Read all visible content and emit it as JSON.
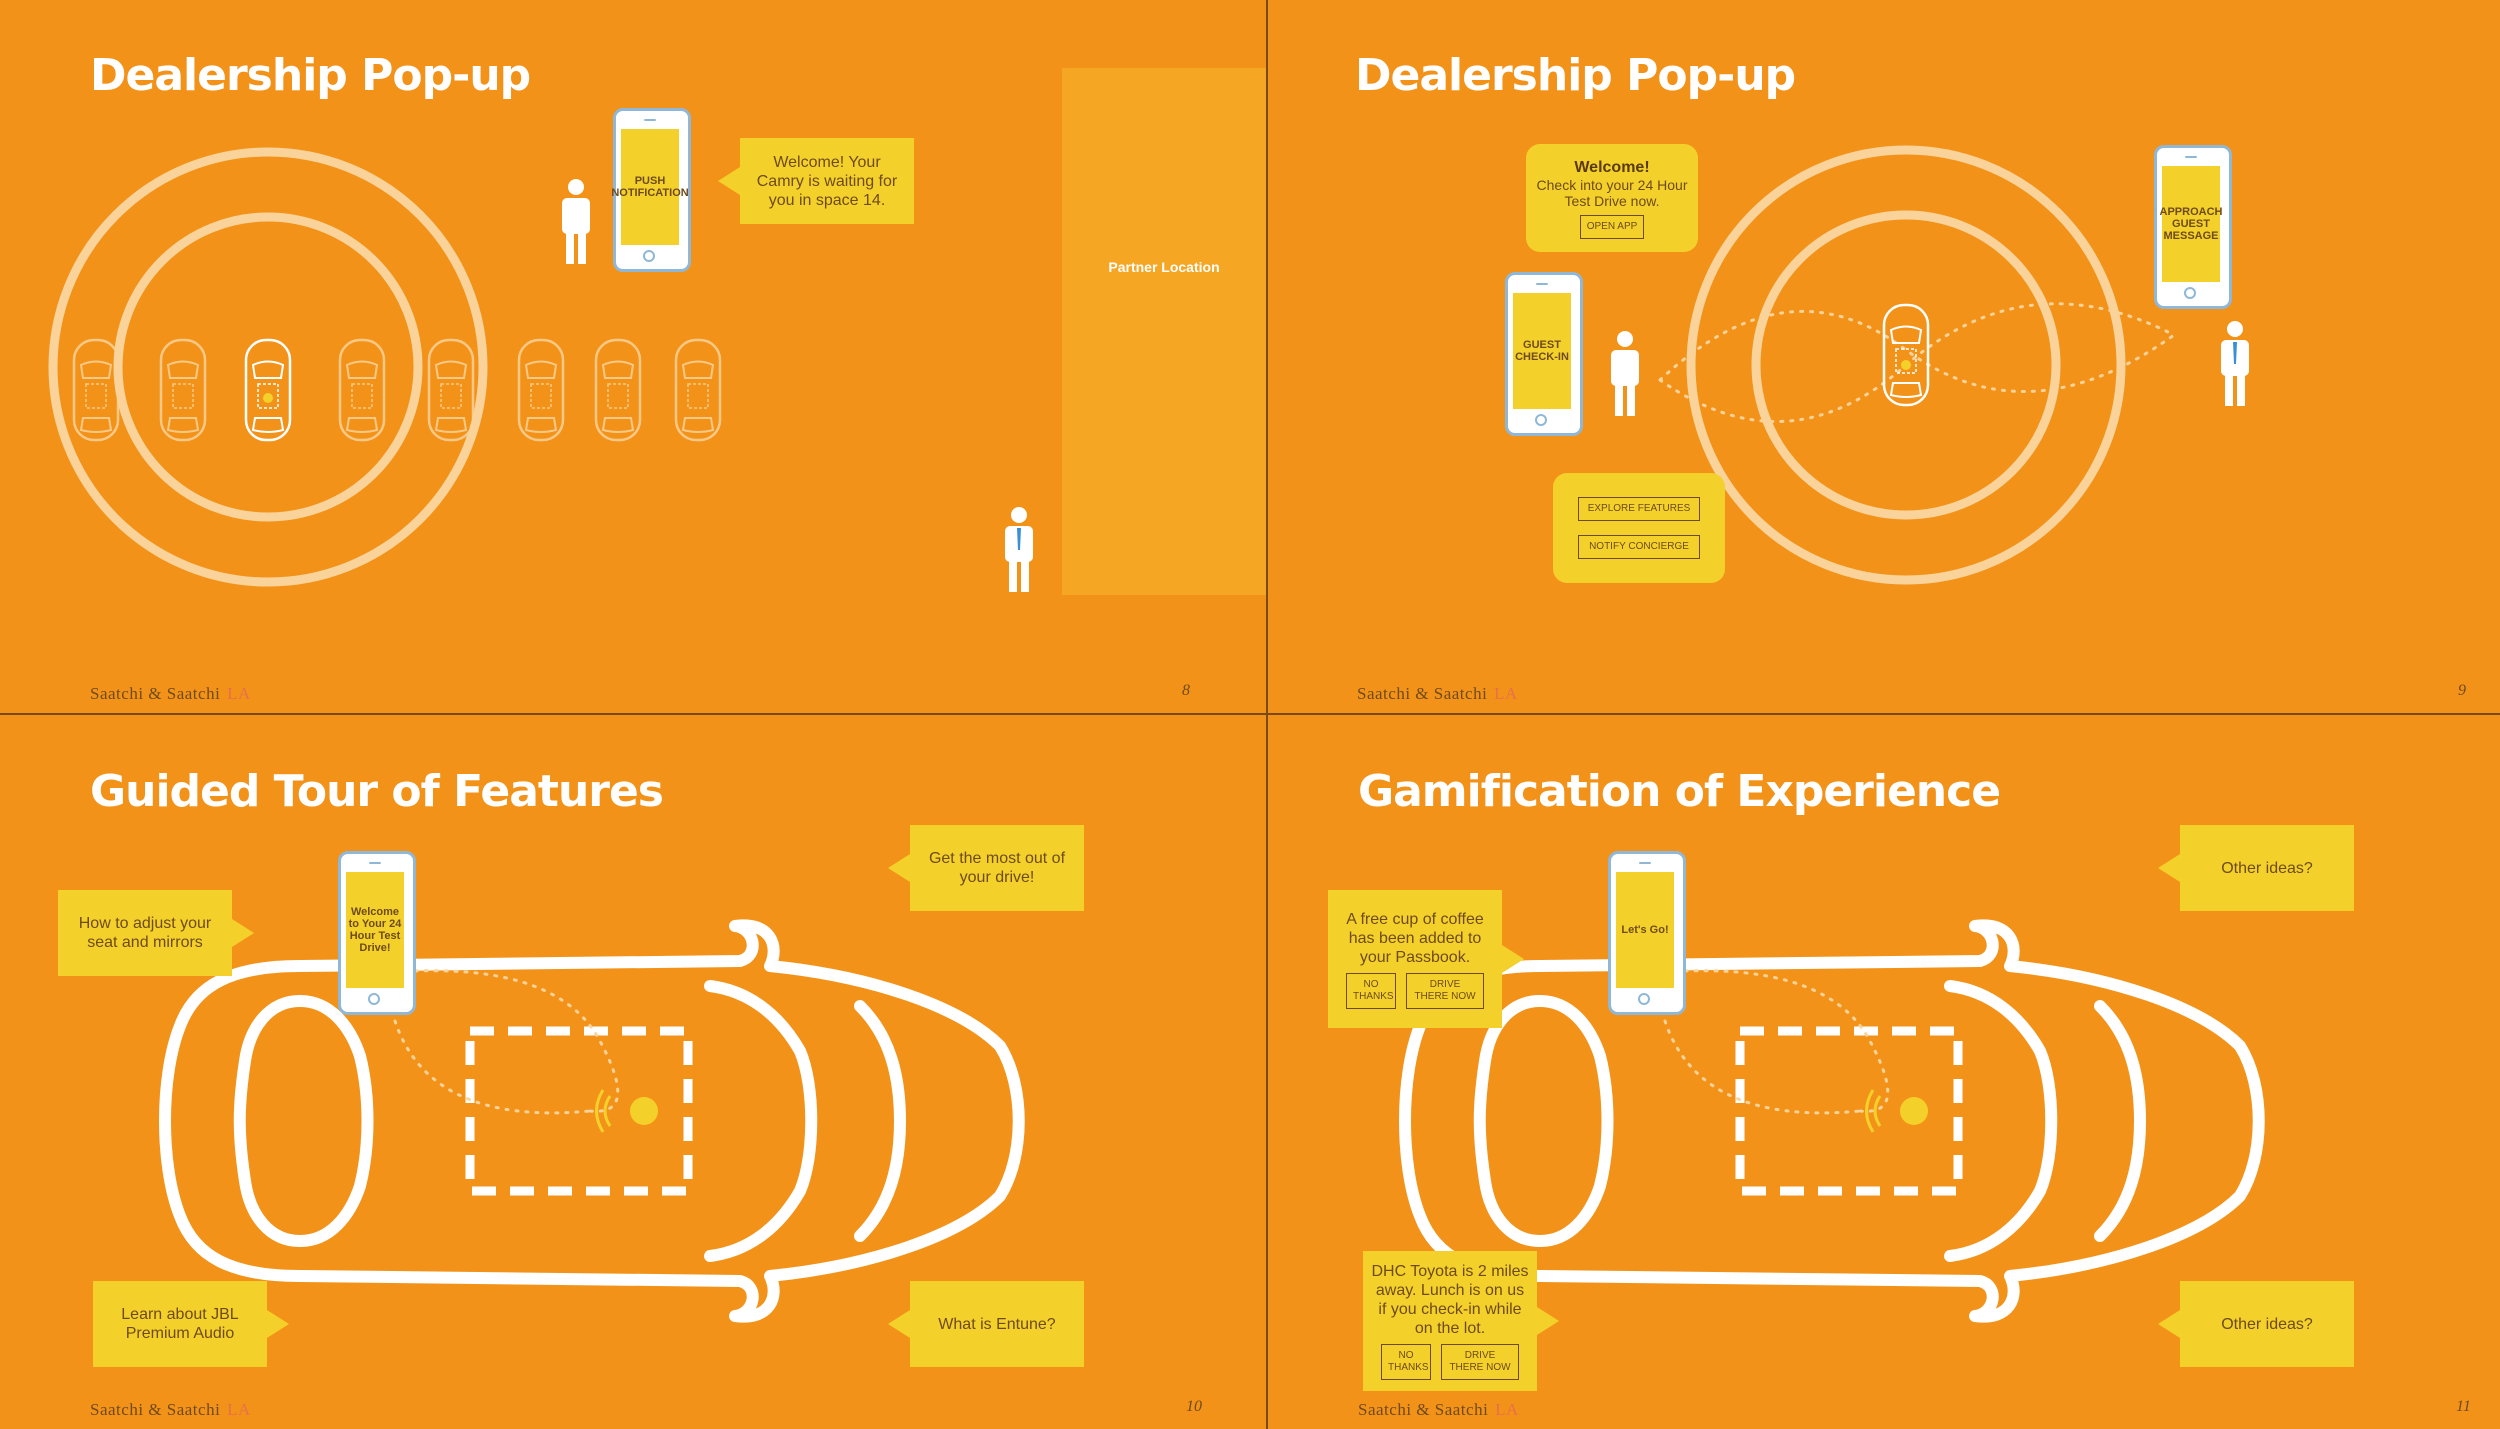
{
  "brand": {
    "name": "Saatchi & Saatchi",
    "suffix": "LA"
  },
  "colors": {
    "background": "#F39219",
    "bubble": "#F4D12A",
    "text": "#6E4A1C",
    "phone_border": "#8FB8D8",
    "white": "#FFFFFF"
  },
  "slide1": {
    "title": "Dealership Pop-up",
    "phone_screen": "PUSH NOTIFICATION",
    "bubble_text": "Welcome! Your Camry is waiting for you in space 14.",
    "partner_label": "Partner Location",
    "page": "8"
  },
  "slide2": {
    "title": "Dealership Pop-up",
    "welcome_title": "Welcome!",
    "welcome_text": "Check into your 24 Hour Test Drive now.",
    "open_app": "OPEN APP",
    "checkin_screen": "GUEST CHECK-IN",
    "approach_screen": "APPROACH GUEST MESSAGE",
    "explore": "EXPLORE FEATURES",
    "notify": "NOTIFY CONCIERGE",
    "page": "9"
  },
  "slide3": {
    "title": "Guided Tour of Features",
    "phone_screen": "Welcome to Your 24 Hour Test Drive!",
    "bubble_seat": "How to adjust your seat and mirrors",
    "bubble_most": "Get the most out of your drive!",
    "bubble_jbl": "Learn about JBL Premium Audio",
    "bubble_entune": "What is Entune?",
    "page": "10"
  },
  "slide4": {
    "title": "Gamification of Experience",
    "phone_screen": "Let's Go!",
    "coffee_text": "A free cup of coffee has been added to your Passbook.",
    "no_thanks": "NO THANKS",
    "drive_there": "DRIVE THERE NOW",
    "other1": "Other ideas?",
    "other2": "Other ideas?",
    "dhc_text": "DHC Toyota is 2 miles away. Lunch is on us if you check-in while on the lot.",
    "page": "11"
  }
}
